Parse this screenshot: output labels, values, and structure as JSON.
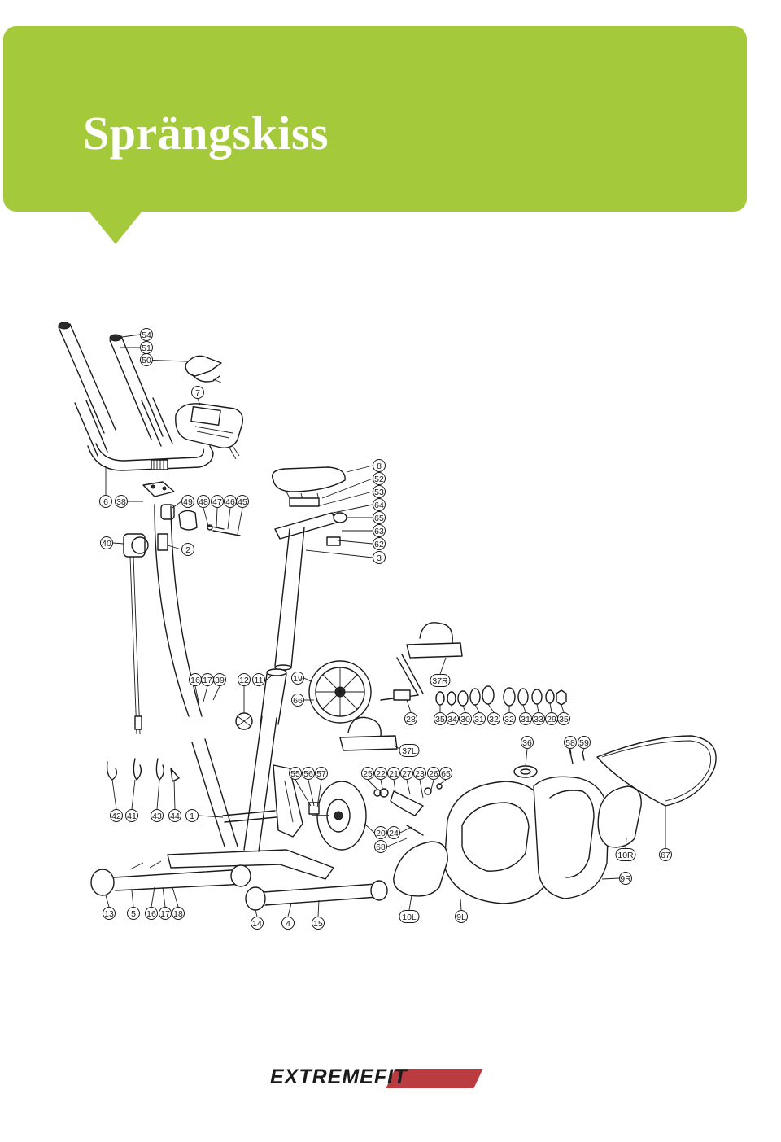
{
  "header": {
    "title": "Sprängskiss",
    "banner_color": "#a4c93b"
  },
  "diagram": {
    "callouts": [
      {
        "label": "54"
      },
      {
        "label": "51"
      },
      {
        "label": "50"
      },
      {
        "label": "7"
      },
      {
        "label": "6"
      },
      {
        "label": "38"
      },
      {
        "label": "49"
      },
      {
        "label": "48"
      },
      {
        "label": "47"
      },
      {
        "label": "46"
      },
      {
        "label": "45"
      },
      {
        "label": "40"
      },
      {
        "label": "2"
      },
      {
        "label": "8"
      },
      {
        "label": "52"
      },
      {
        "label": "53"
      },
      {
        "label": "64"
      },
      {
        "label": "65"
      },
      {
        "label": "63"
      },
      {
        "label": "62"
      },
      {
        "label": "3"
      },
      {
        "label": "16"
      },
      {
        "label": "17"
      },
      {
        "label": "39"
      },
      {
        "label": "12"
      },
      {
        "label": "11"
      },
      {
        "label": "19"
      },
      {
        "label": "66"
      },
      {
        "label": "37R"
      },
      {
        "label": "28"
      },
      {
        "label": "35"
      },
      {
        "label": "34"
      },
      {
        "label": "30"
      },
      {
        "label": "31"
      },
      {
        "label": "32"
      },
      {
        "label": "32"
      },
      {
        "label": "31"
      },
      {
        "label": "33"
      },
      {
        "label": "29"
      },
      {
        "label": "35"
      },
      {
        "label": "37L"
      },
      {
        "label": "36"
      },
      {
        "label": "58"
      },
      {
        "label": "59"
      },
      {
        "label": "55"
      },
      {
        "label": "56"
      },
      {
        "label": "57"
      },
      {
        "label": "25"
      },
      {
        "label": "22"
      },
      {
        "label": "21"
      },
      {
        "label": "27"
      },
      {
        "label": "23"
      },
      {
        "label": "26"
      },
      {
        "label": "65"
      },
      {
        "label": "42"
      },
      {
        "label": "41"
      },
      {
        "label": "43"
      },
      {
        "label": "44"
      },
      {
        "label": "1"
      },
      {
        "label": "20"
      },
      {
        "label": "24"
      },
      {
        "label": "68"
      },
      {
        "label": "10R"
      },
      {
        "label": "67"
      },
      {
        "label": "9R"
      },
      {
        "label": "13"
      },
      {
        "label": "5"
      },
      {
        "label": "16"
      },
      {
        "label": "17"
      },
      {
        "label": "18"
      },
      {
        "label": "14"
      },
      {
        "label": "4"
      },
      {
        "label": "15"
      },
      {
        "label": "10L"
      },
      {
        "label": "9L"
      }
    ]
  },
  "footer": {
    "logo_text": "EXTREMEFIT",
    "logo_accent_color": "#b3262b"
  }
}
